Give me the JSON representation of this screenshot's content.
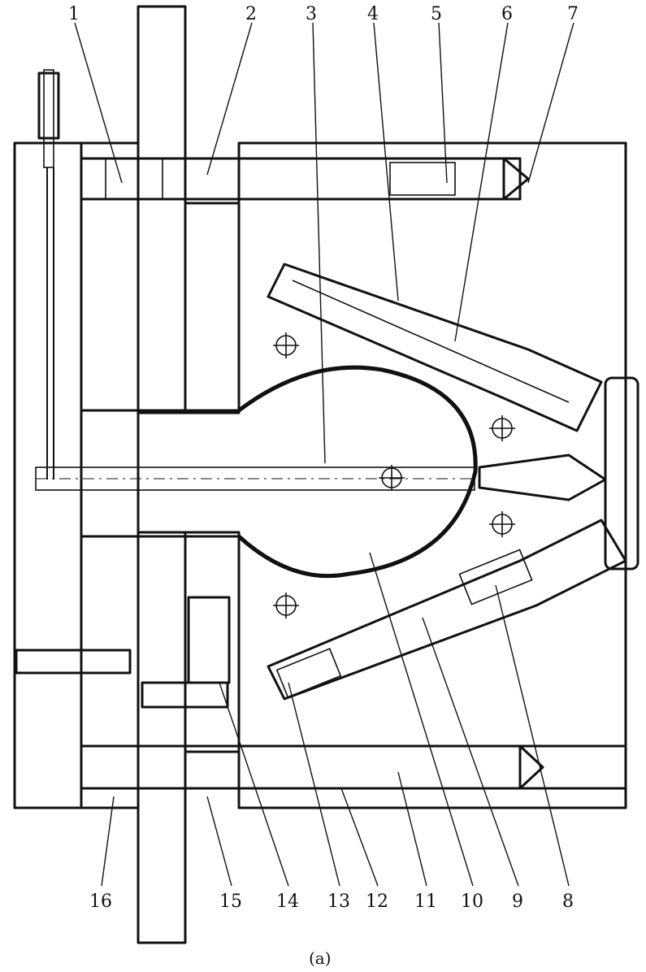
{
  "figure": {
    "caption": "(a)",
    "callouts_top": [
      "1",
      "2",
      "3",
      "4",
      "5",
      "6",
      "7"
    ],
    "callouts_bottom": [
      "16",
      "15",
      "14",
      "13",
      "12",
      "11",
      "10",
      "9",
      "8"
    ]
  },
  "colors": {
    "ink": "#111111",
    "paper": "#ffffff"
  }
}
